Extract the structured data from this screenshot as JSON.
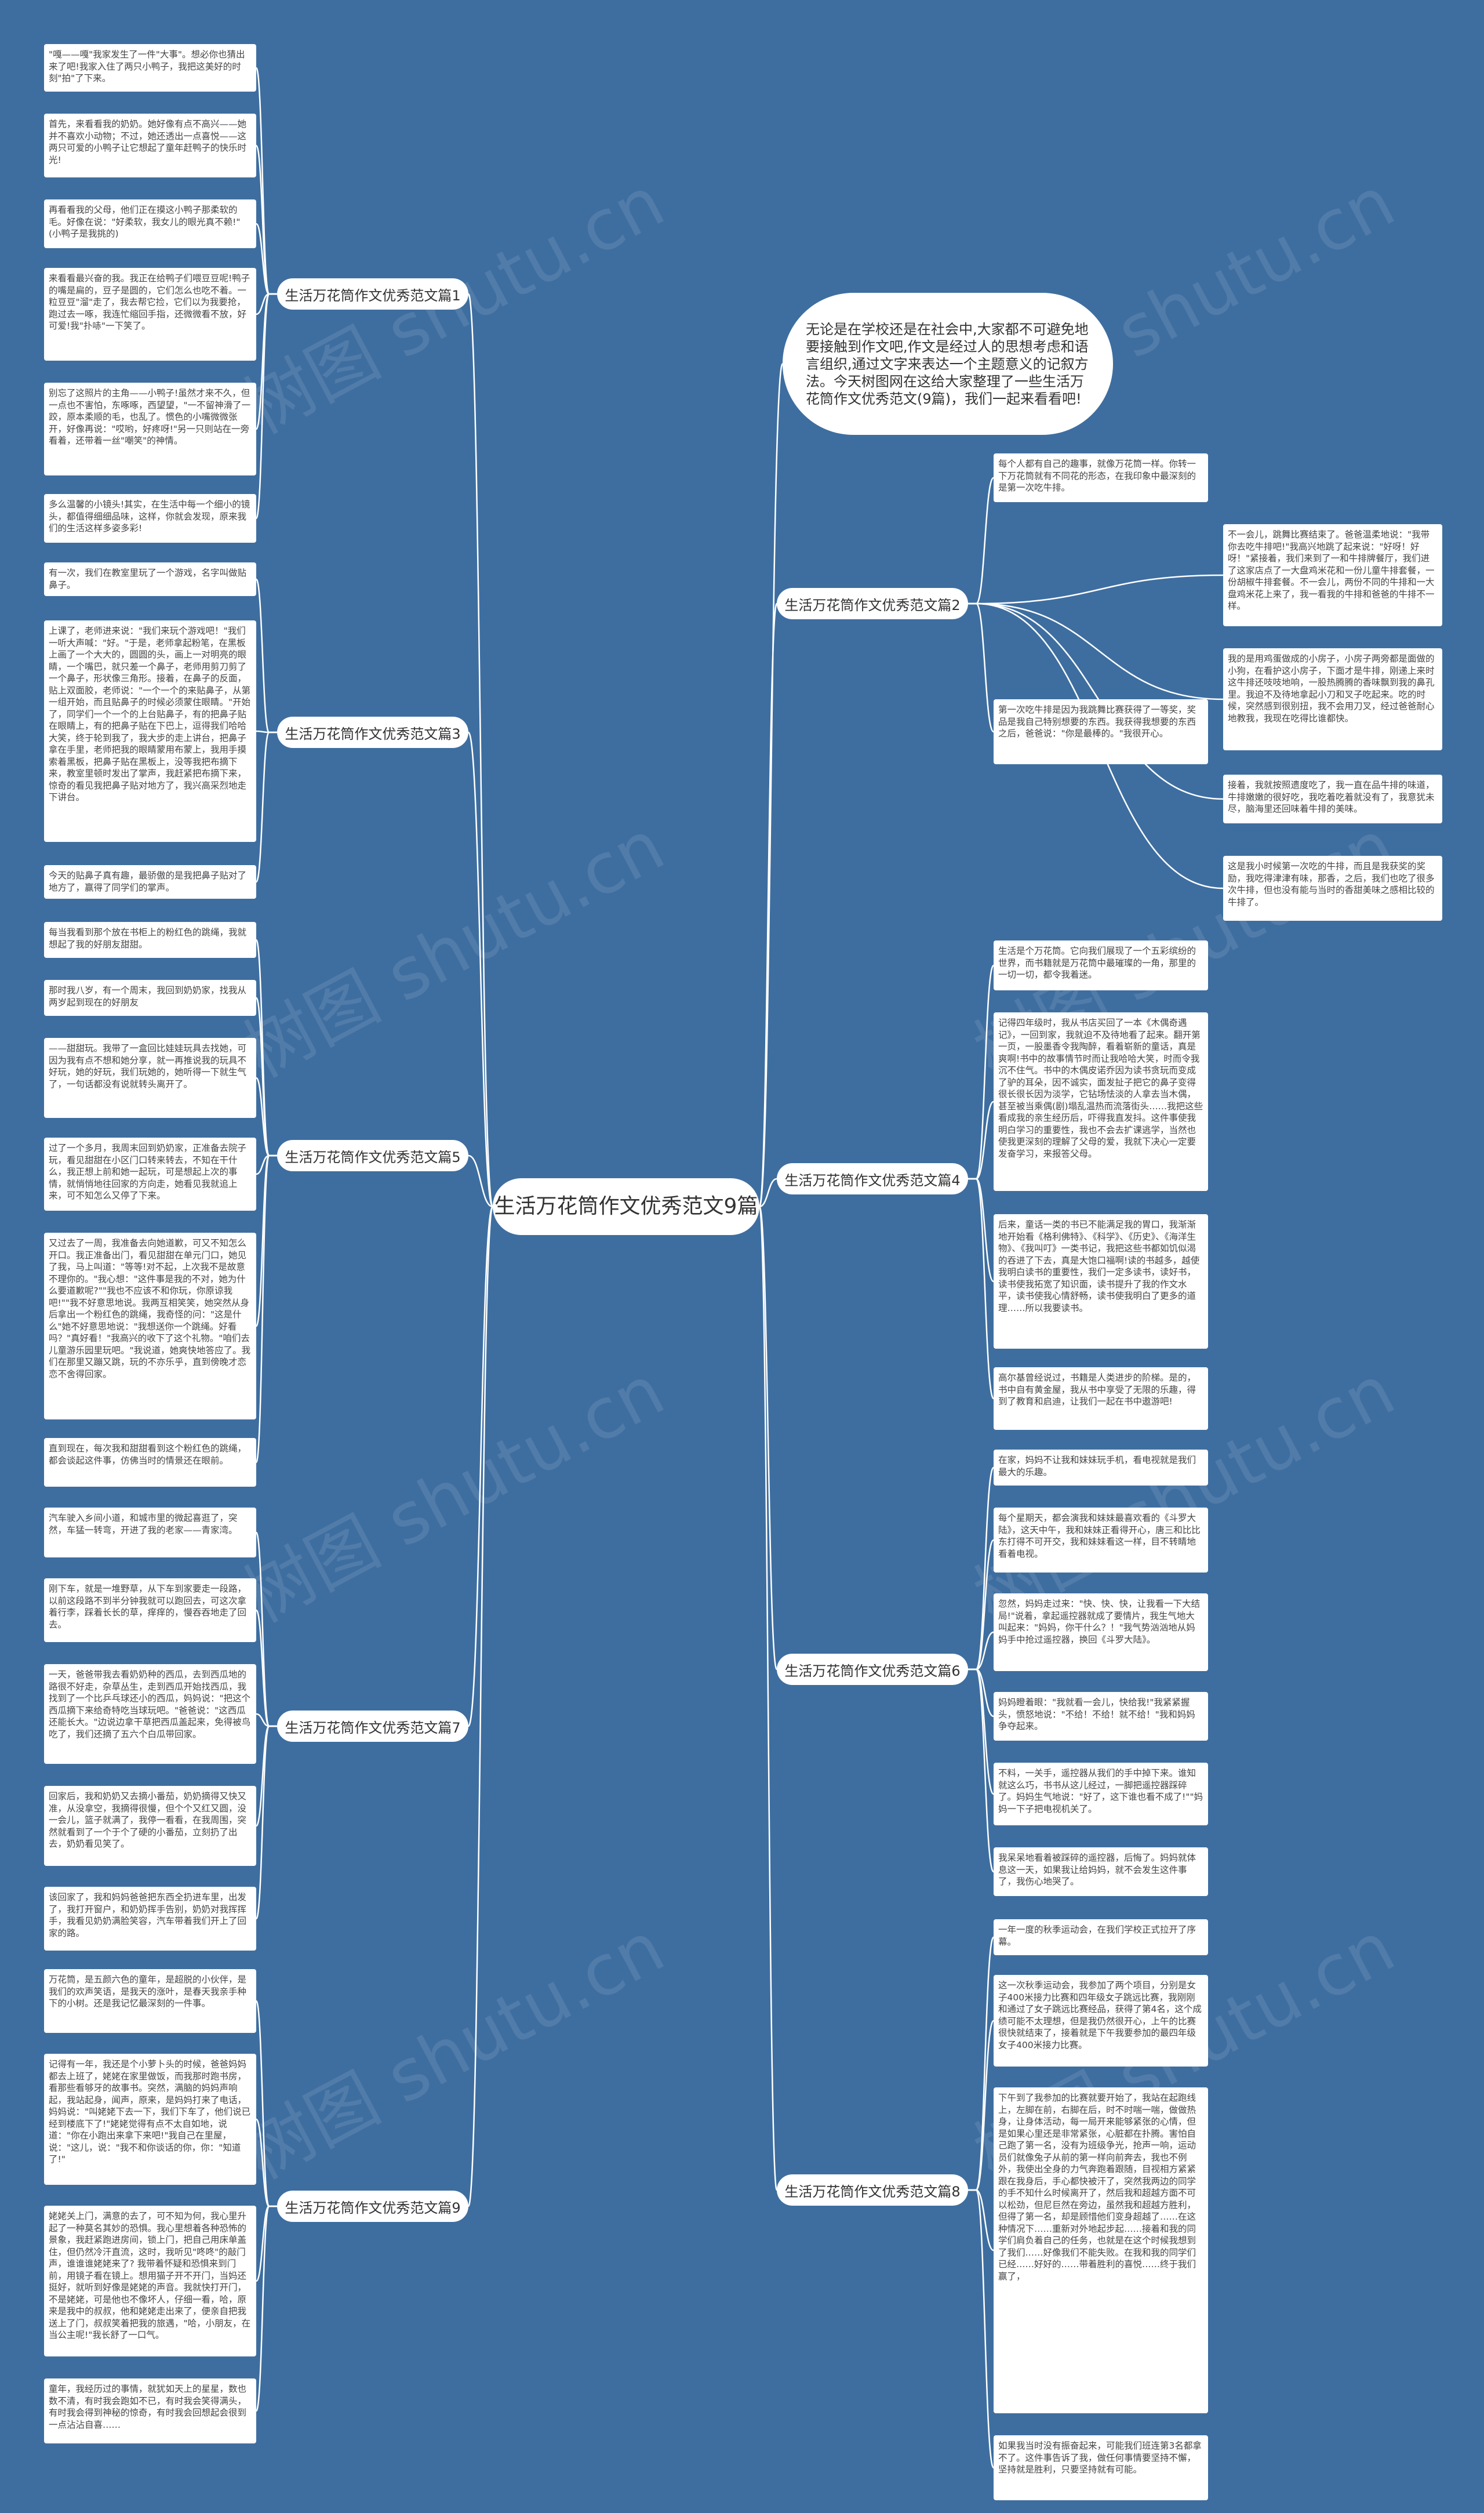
{
  "root": {
    "title": "生活万花筒作文优秀范文9篇"
  },
  "intro": "无论是在学校还是在社会中,大家都不可避免地要接触到作文吧,作文是经过人的思想考虑和语言组织,通过文字来表达一个主题意义的记叙方法。今天树图网在这给大家整理了一些生活万花筒作文优秀范文(9篇)，我们一起来看看吧!",
  "watermark": "树图 shutu.cn",
  "branches": [
    {
      "label": "生活万花筒作文优秀范文篇1",
      "leaves": [
        "\"嘎——嘎\"我家发生了一件\"大事\"。想必你也猜出来了吧!我家入住了两只小鸭子，我把这美好的时刻\"拍\"了下来。",
        "首先，来看看我的奶奶。她好像有点不高兴——她并不喜欢小动物；不过，她还透出一点喜悦——这两只可爱的小鸭子让它想起了童年赶鸭子的快乐时光!",
        "再看看我的父母，他们正在摸这小鸭子那柔软的毛。好像在说：\"好柔软，我女儿的眼光真不赖!\"(小鸭子是我挑的)",
        "来看看最兴奋的我。我正在给鸭子们喂豆豆呢!鸭子的嘴是扁的，豆子是圆的，它们怎么也吃不着。一粒豆豆\"溜\"走了，我去帮它捡，它们以为我要抢，跑过去一啄，我连忙缩回手指，还微微看不放，好可爱!我\"扑哧\"一下笑了。",
        "别忘了这照片的主角——小鸭子!虽然才来不久，但一点也不害怕，东啄啄，西望望，\"一不留神滑了一跤，原本柔顺的毛，也乱了。惯色的小嘴微微张开，好像再说：\"哎哟，好疼呀!\"另一只则站在一旁看着，还带着一丝\"嘲笑\"的神情。",
        "多么温馨的小镜头!其实，在生活中每一个细小的镜头，都值得细细品味，这样，你就会发现，原来我们的生活这样多姿多彩!"
      ]
    },
    {
      "label": "生活万花筒作文优秀范文篇2",
      "leaves": [
        "每个人都有自己的趣事，就像万花筒一样。你转一下万花筒就有不同花的形态，在我印象中最深刻的是第一次吃牛排。",
        "不一会儿，跳舞比赛结束了。爸爸温柔地说：\"我带你去吃牛排吧!\"我高兴地跳了起来说：\"好呀！好呀！\"紧接着，我们来到了一和牛排牌餐厅，我们进了这家店点了一大盘鸡米花和一份儿童牛排套餐，一份胡椒牛排套餐。不一会儿，两份不同的牛排和一大盘鸡米花上来了，我一看我的牛排和爸爸的牛排不一样。",
        "我的是用鸡蛋做成的小房子，小房子两旁都是面做的小狗，在看护这小房子，下面才是牛排，刚递上来时这牛排还吱吱地响，一股热腾腾的香味飘到我的鼻孔里。我迫不及待地拿起小刀和叉子吃起来。吃的时候，突然感到很别扭，我不会用刀叉，经过爸爸耐心地教我，我现在吃得比谁都快。",
        "第一次吃牛排是因为我跳舞比赛获得了一等奖，奖品是我自己特别想要的东西。我获得我想要的东西之后，爸爸说：\"你是最棒的。\"我很开心。",
        "接着，我就按照遗度吃了，我一直在品牛排的味道，牛排嫩嫩的很好吃，我吃着吃着就没有了，我意犹未尽，脑海里还回味着牛排的美味。",
        "这是我小时候第一次吃的牛排，而且是我获奖的奖励，我吃得津津有味，那香，之后，我们也吃了很多次牛排，但也没有能与当时的香甜美味之感相比较的牛排了。"
      ]
    },
    {
      "label": "生活万花筒作文优秀范文篇3",
      "leaves": [
        "有一次，我们在教室里玩了一个游戏，名字叫做贴鼻子。",
        "上课了，老师进来说：\"我们来玩个游戏吧！\"我们一听大声喊：\"好。\"于是，老师拿起粉笔，在黑板上画了一个大大的，圆圆的头，画上一对明亮的眼睛，一个嘴巴，就只差一个鼻子，老师用剪刀剪了一个鼻子，形状像三角形。接着，在鼻子的反面，贴上双面胶，老师说：\"一个一个的来贴鼻子，从第一组开始，而且贴鼻子的时候必须蒙住眼睛。\"开始了，同学们一个一个的上台贴鼻子，有的把鼻子贴在眼睛上，有的把鼻子贴在下巴上，逗得我们哈哈大笑，终于轮到我了，我大步的走上讲台，把鼻子拿在手里，老师把我的眼睛蒙用布蒙上，我用手摸索着黑板，把鼻子贴在黑板上，没等我把布摘下来，教室里顿时发出了掌声，我赶紧把布摘下来，惊奇的看见我把鼻子贴对地方了，我兴高采烈地走下讲台。",
        "今天的贴鼻子真有趣，最骄傲的是我把鼻子贴对了地方了，赢得了同学们的掌声。"
      ]
    },
    {
      "label": "生活万花筒作文优秀范文篇4",
      "leaves": [
        "生活是个万花筒。它向我们展现了一个五彩缤纷的世界，而书籍就是万花筒中最璀璨的一角，那里的一切一切，都令我着迷。",
        "记得四年级时，我从书店买回了一本《木偶奇遇记》，一回到家，我就迫不及待地看了起来。翻开第一页，一股墨香令我陶醉，看着崭新的童话，真是爽啊!书中的故事情节时而让我哈哈大笑，时而令我沉不住气。书中的木偶皮诺乔因为读书贪玩而变成了驴的耳朵，因不诚实，面发扯子把它的鼻子变得很长很长因为淡学，它钻场怯淡的人拿去当木偶，甚至被当乘偶(剧)塌乱温热而流落街头……我把这些看成我的亲生经历后，吓得我直发抖。这件事使我明白学习的重要性，我也不会去扩课逃学，当然也使我更深刻的理解了父母的爱，我就下决心一定要发奋学习，来报答父母。",
        "后来，童话一类的书已不能满足我的胃口，我渐渐地开始看《格利佛特》、《科学》、《历史》、《海洋生物》、《我叫叮》一类书记，我把这些书都如饥似渴的吞进了下去，真是大饱口福啊!读的书越多，越使我明白读书的重要性，我们一定多读书，读好书，读书使我拓宽了知识面，读书提升了我的作文水平，读书使我心情舒畅，读书使我明白了更多的道理……所以我要读书。",
        "高尔基曾经说过，书籍是人类进步的阶梯。是的，书中自有黄金屋，我从书中享受了无限的乐趣，得到了教育和启迪，让我们一起在书中遨游吧!"
      ]
    },
    {
      "label": "生活万花筒作文优秀范文篇5",
      "leaves": [
        "每当我看到那个放在书柜上的粉红色的跳绳，我就想起了我的好朋友甜甜。",
        "那时我八岁，有一个周末，我回到奶奶家，找我从两岁起到现在的好朋友",
        "——甜甜玩。我带了一盒回比娃娃玩具去找她，可因为我有点不想和她分享，就一再推说我的玩具不好玩，她的好玩，我们玩她的，她听得一下就生气了，一句话都没有说就转头离开了。",
        "过了一个多月，我周末回到奶奶家，正准备去院子玩，看见甜甜在小区门口转来转去，不知在干什么，我正想上前和她一起玩，可是想起上次的事情，就悄悄地往回家的方向走，她看见我就追上来，可不知怎么又停了下来。",
        "又过去了一周，我准备去向她道歉，可又不知怎么开口。我正准备出门，看见甜甜在单元门口，她见了我，马上叫道：\"等等!对不起，上次我不是故意不理你的。\"我心想：\"这件事是我的不对，她为什么要道歉呢?\"\"我也不应该不和你玩，你原谅我吧!\"\"我不好意思地说。我两互相笑笑，她突然从身后拿出一个粉红色的跳绳，我奇怪的问：\"这是什么\"她不好意思地说：\"我想送你一个跳绳。好看吗？\"真好看！\"我高兴的收下了这个礼物。\"咱们去儿童游乐园里玩吧。\"我说道，她爽快地答应了。我们在那里又蹦又跳，玩的不亦乐乎，直到傍晚才恋恋不舍得回家。",
        "直到现在，每次我和甜甜看到这个粉红色的跳绳，都会谈起这件事，仿佛当时的情景还在眼前。"
      ]
    },
    {
      "label": "生活万花筒作文优秀范文篇6",
      "leaves": [
        "在家，妈妈不让我和妹妹玩手机，看电视就是我们最大的乐趣。",
        "每个星期天，都会演我和妹妹最喜欢看的《斗罗大陆》，这天中午，我和妹妹正看得开心，唐三和比比东打得不可开交，我和妹妹看这一样，目不转睛地看着电视。",
        "忽然，妈妈走过来：\"快、快、快，让我看一下大结局!\"说着，拿起遥控器就成了要情片，我生气地大叫起来：\"妈妈，你干什么？！\"我气势汹汹地从妈妈手中抢过遥控器，换回《斗罗大陆》。",
        "妈妈瞪着眼：\"我就看一会儿，快给我!\"我紧紧握头，愤怒地说：\"不给！不给！就不给！\"我和妈妈争夺起来。",
        "不料，一关手，遥控器从我们的手中掉下来。谁知就这么巧，书书从这儿经过，一脚把遥控器踩碎了。妈妈生气地说：\"好了，这下谁也看不成了!\"\"妈妈一下子把电视机关了。",
        "我呆呆地看着被踩碎的遥控器，后悔了。妈妈就体息这一天，如果我让给妈妈，就不会发生这件事了，我伤心地哭了。"
      ]
    },
    {
      "label": "生活万花筒作文优秀范文篇7",
      "leaves": [
        "汽车驶入乡间小道，和城市里的微起喜逛了，突然，车猛一转弯，开进了我的老家——青家湾。",
        "刚下车，就是一堆野草，从下车到家要走一段路，以前这段路不到半分钟我就可以跑回去，可这次拿着行李，踩着长长的草，痒痒的，慢吞吞地走了回去。",
        "一天，爸爸带我去看奶奶种的西瓜，去到西瓜地的路很不好走，杂草丛生，走到西瓜开始找西瓜，我找到了一个比乒乓球还小的西瓜，妈妈说：\"把这个西瓜摘下来给奇特吃当球玩吧。\"爸爸说：\"这西瓜还能长大。\"边说边拿干草把西瓜盖起来，免得被鸟吃了，我们还摘了五六个白瓜带回家。",
        "回家后，我和奶奶又去摘小番茄，奶奶摘得又快又准，从没拿空，我摘得很慢，但个个又红又圆，没一会儿，篮子就满了，我停一看看，在我周围，突然就看到了一个于个了硬的小番茄，立刻扔了出去，奶奶看见笑了。",
        "该回家了，我和妈妈爸爸把东西全扔进车里，出发了，我打开窗户，和奶奶挥手告别，奶奶对我挥挥手，我看见奶奶满脸笑容，汽车带着我们开上了回家的路。"
      ]
    },
    {
      "label": "生活万花筒作文优秀范文篇8",
      "leaves": [
        "一年一度的秋季运动会，在我们学校正式拉开了序幕。",
        "这一次秋季运动会，我参加了两个项目，分别是女子400米接力比赛和四年级女子跳远比赛，我刚刚和通过了女子跳远比赛经品，获得了第4名，这个成绩可能不太理想，但是我仍然很开心，上午的比赛很快就结束了，接着就是下午我要参加的最四年级女子400米接力比赛。",
        "下午到了我参加的比赛就要开始了，我站在起跑线上，左脚在前，右脚在后，时不时喘一喘，做做热身，让身体活动，每一局开来能够紧张的心情，但是如果心里还是非常紧张，心脏都在扑腾。害怕自己跑了第一名，没有为班级争光，抢声一响，运动员们就像兔子从前的第一样向前奔去，我也不例外，我使出全身的力气奔跑着跟随，目视相方紧紧跟在我身后，手心都快被汗了，突然我两边的同学的手不知什么时候离开了，然后我和超越方面不可以松劲，但尼巨然在旁边，虽然我和超越方胜利，但得了第一名，却是顾惜他们变身超越了……在这种情况下……重新对外地起步起……接着和我的同学们肩负着自己的任务，也就是在这个时候我想到了我们……好像我们不能失败。在我和我的同学们已经……好好的……带着胜利的喜悦……终于我们赢了，",
        "如果我当时没有振奋起来，可能我们班连第3名都拿不了。这件事告诉了我，做任何事情要坚持不懈，坚持就是胜利，只要坚持就有可能。"
      ]
    },
    {
      "label": "生活万花筒作文优秀范文篇9",
      "leaves": [
        "万花筒，是五颜六色的童年，是超脱的小伙伴，是我们的欢声笑语，是我天的涨叶，是春天我亲手种下的小树。还是我记忆最深刻的一件事。",
        "记得有一年，我还是个小萝卜头的时候，爸爸妈妈都去上班了，姥姥在家里做饭，而我那时跑书房，看那些看够牙的故事书。突然，满脑的妈妈声响起，我站起身，闻声，原来，是妈妈打来了电话，妈妈说：\"叫姥姥下去一下，我们下车了，他们说已经到楼底下了!\"姥姥觉得有点不太自如地，说道：\"你在小跑出来拿下来吧!\"我自己在里屋，说：\"这儿，说：\"我不和你谈话的你，你：\"知道了!\"",
        "姥姥关上门，满意的去了，可不知为何，我心里升起了一种莫名其妙的恐惧。我心里想着各种恐怖的景象，我赶紧跑进房间，锁上门，把自己用床单盖住，但仍然冷汗直流，这时，我听见\"咚咚\"的敲门声，谁谁谁姥姥来了? 我带着怀疑和恐惧来到门前，用镜子看在镜上。想用猫子开不开门，当妈还挺好，就听到好像是姥姥的声音。我就快打开门，不是姥姥，可是他也不像坏人，仔细一看，哈，原来是我中的叔叔，他和姥姥走出来了，便亲自把我送上了门，叔叔笑着把我的旅遇，\"哈，小朋友，在当公主呢!\"我长舒了一口气。",
        "童年，我经历过的事情，就犹如天上的星星，数也数不清，有时我会跑如不已，有时我会笑得满头，有时我会得到神秘的惊奇，有时我会回想起会很到一点沾沾自喜……"
      ]
    }
  ]
}
